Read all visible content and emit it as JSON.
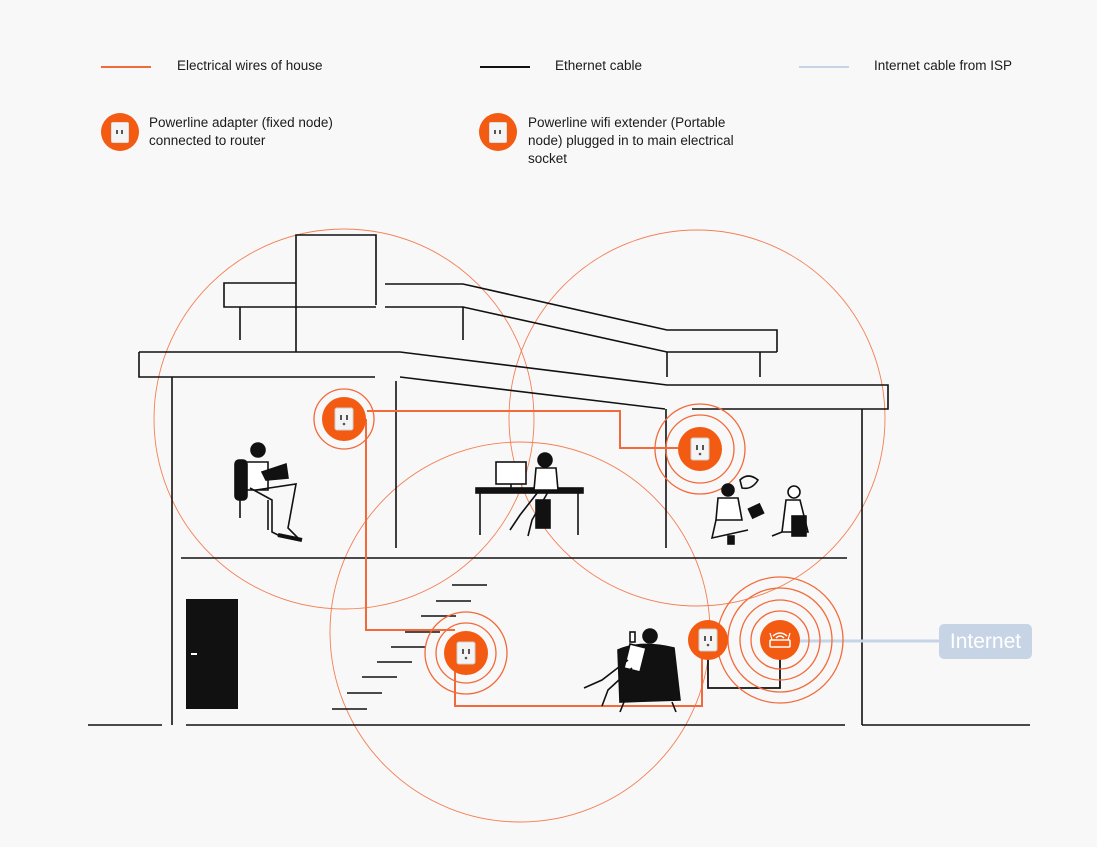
{
  "legend": {
    "electrical": "Electrical wires of house",
    "ethernet": "Ethernet cable",
    "isp": "Internet cable from ISP",
    "fixed_node": "Powerline adapter (fixed node)\nconnected to router",
    "portable_node": "Powerline wifi extender (Portable\nnode) plugged in to main electrical\nsocket"
  },
  "internet_label": "Internet",
  "colors": {
    "electrical": "#f36a3a",
    "ethernet": "#111111",
    "isp": "#c7d4e6",
    "node": "#f35a12",
    "background": "#f8f8f8"
  },
  "icons": [
    "powerline-adapter-icon",
    "router-icon",
    "door-icon"
  ]
}
